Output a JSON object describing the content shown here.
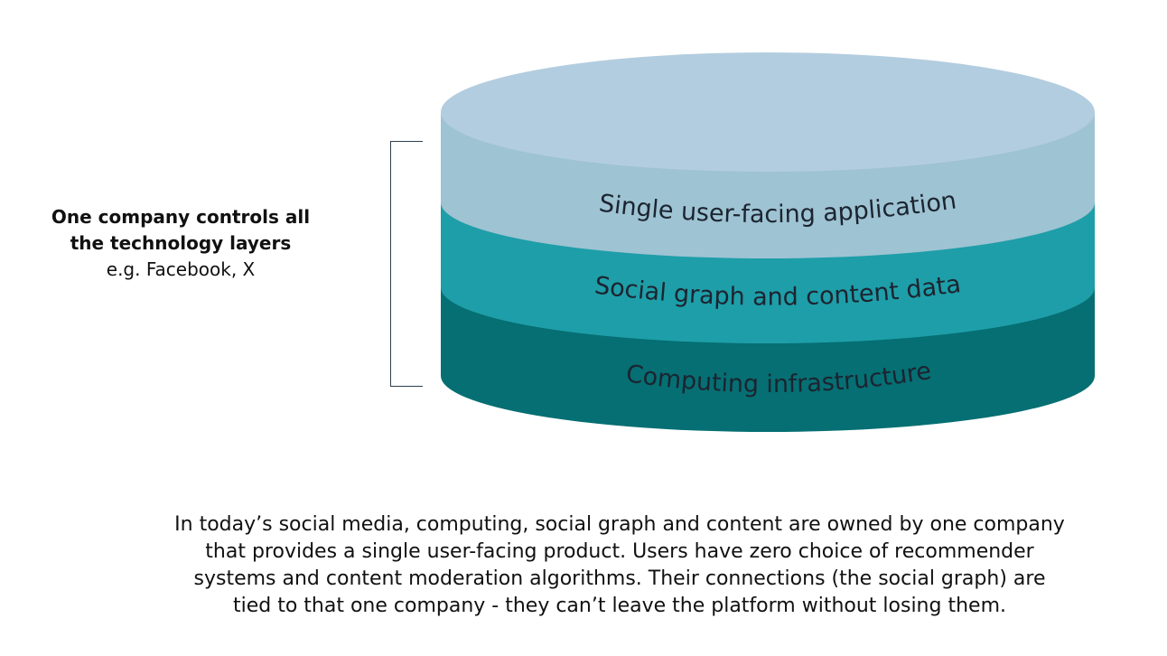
{
  "annotation": {
    "bold_line_1": "One company controls all",
    "bold_line_2": "the technology layers",
    "example": "e.g. Facebook, X"
  },
  "layers": [
    {
      "label": "Single user-facing application",
      "color": "#9ec3d3"
    },
    {
      "label": "Social graph and content data",
      "color": "#1e9ea8"
    },
    {
      "label": "Computing infrastructure",
      "color": "#056f73"
    }
  ],
  "top_color": "#b3cde0",
  "caption": {
    "line_1": "In today’s social media, computing, social graph and content are owned by one company",
    "line_2": "that provides a single user-facing product. Users have zero choice of recommender",
    "line_3": "systems and content moderation algorithms. Their connections (the social graph) are",
    "line_4": "tied to that one company - they can’t leave the platform without losing them."
  }
}
